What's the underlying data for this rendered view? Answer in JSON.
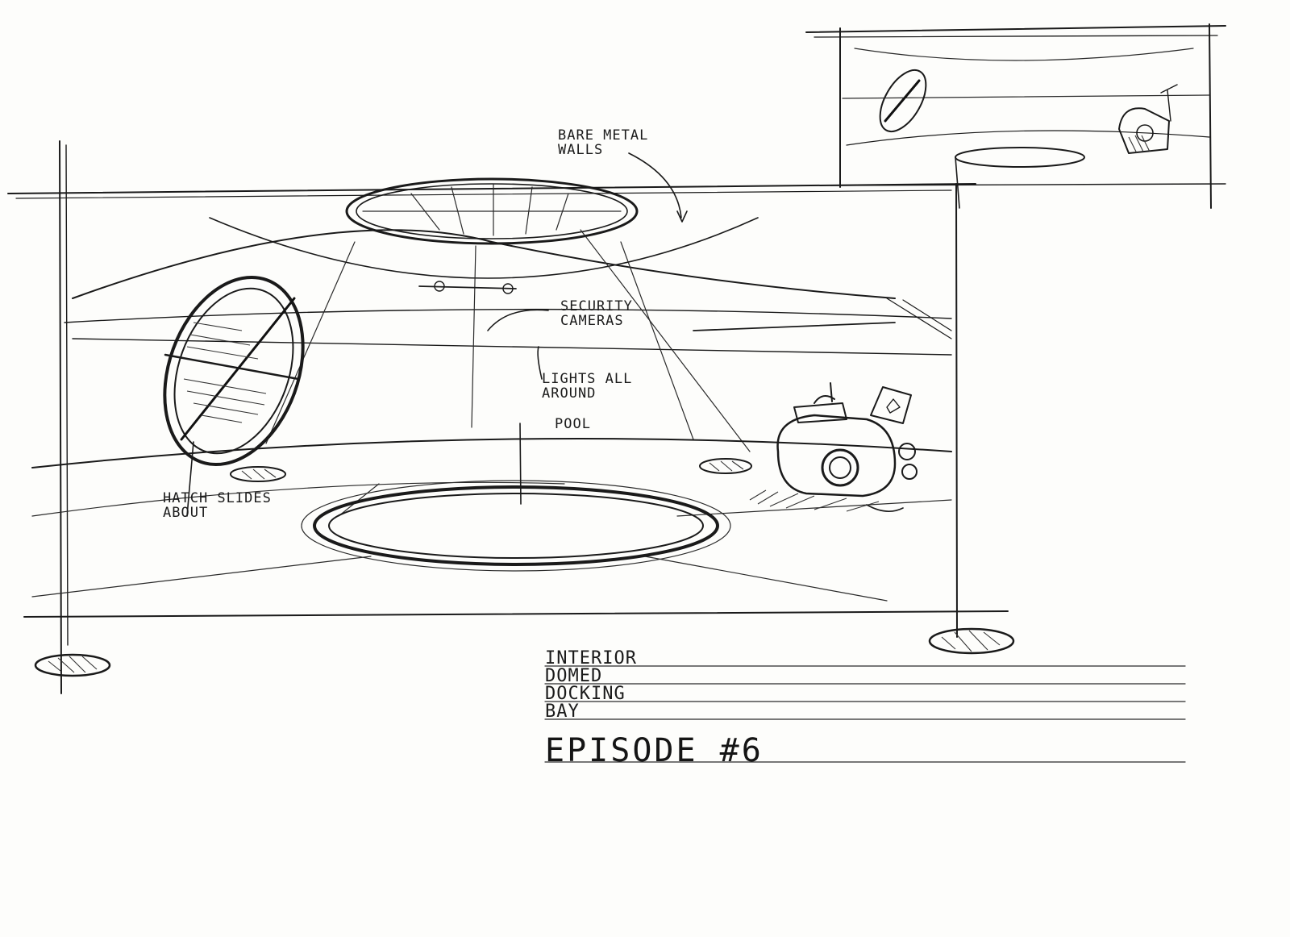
{
  "annotations": {
    "bare_metal_walls": "BARE METAL\nWALLS",
    "security_cameras": "SECURITY\nCAMERAS",
    "lights_all_around": "LIGHTS ALL\nAROUND",
    "pool": "POOL",
    "hatch_slides_about": "HATCH SLIDES\nABOUT"
  },
  "title_block": {
    "lines": [
      "INTERIOR",
      "DOMED",
      "DOCKING",
      "BAY"
    ],
    "episode": "EPISODE #6"
  },
  "colors": {
    "paper": "#fdfdfb",
    "ink": "#1a1a1a"
  }
}
